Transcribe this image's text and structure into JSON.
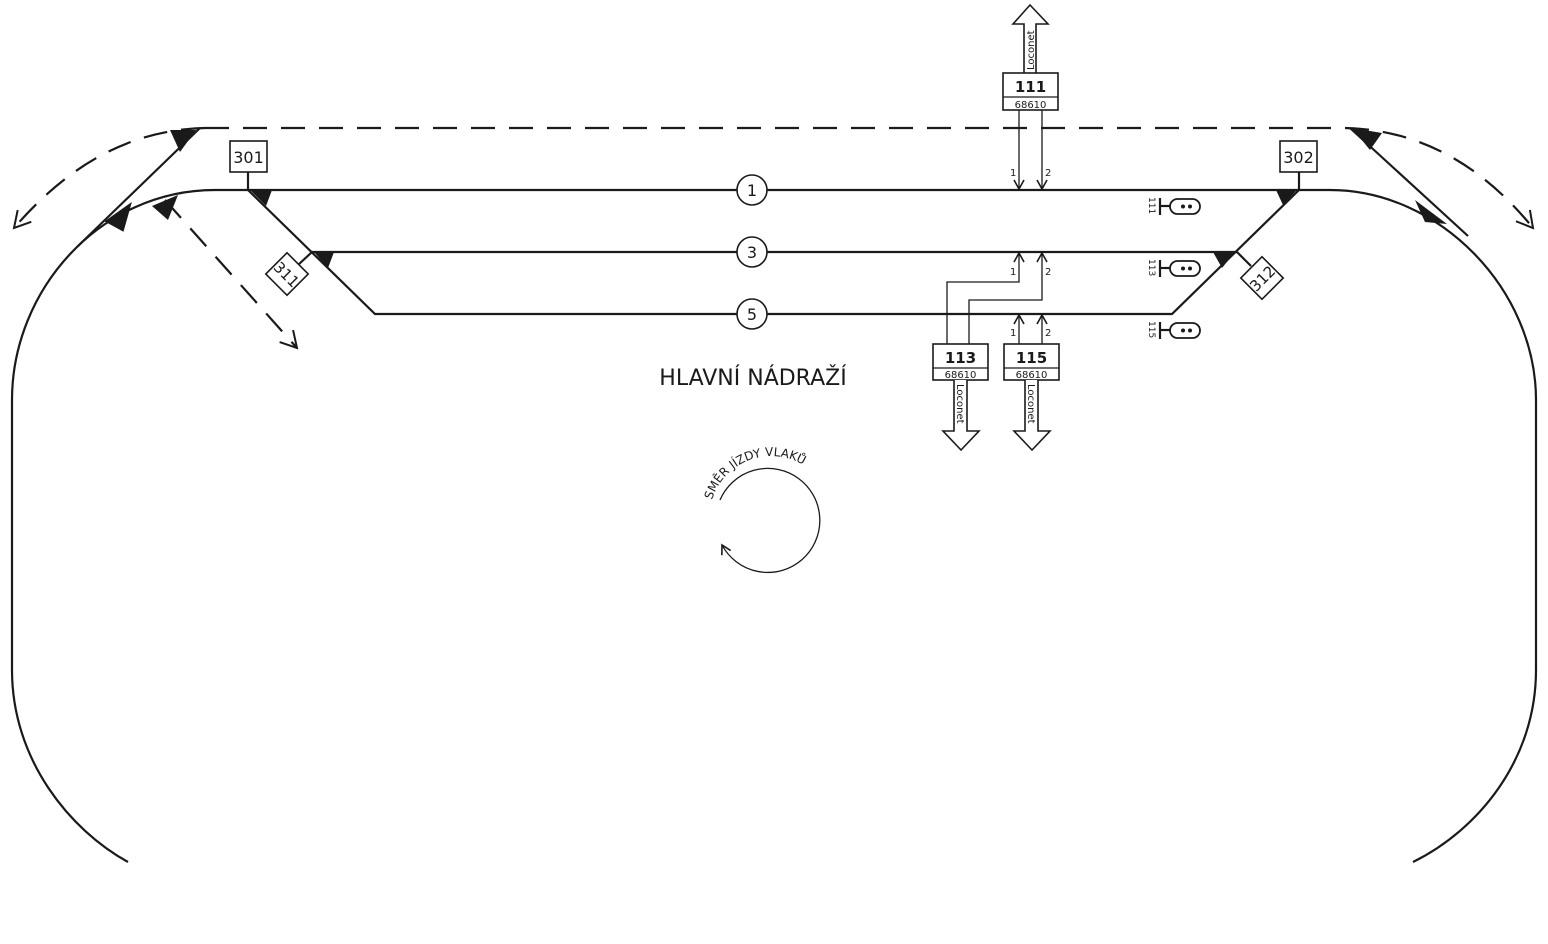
{
  "station_name": "HLAVNÍ NÁDRAŽÍ",
  "direction_label": "SMĚR JÍZDY VLAKŮ",
  "tracks": [
    {
      "label": "1"
    },
    {
      "label": "3"
    },
    {
      "label": "5"
    }
  ],
  "switches": [
    {
      "label": "301"
    },
    {
      "label": "302"
    },
    {
      "label": "311"
    },
    {
      "label": "312"
    }
  ],
  "modules": [
    {
      "id": "111",
      "type": "68610",
      "bus": "Loconet",
      "wire1": "1",
      "wire2": "2"
    },
    {
      "id": "113",
      "type": "68610",
      "bus": "Loconet",
      "wire1": "1",
      "wire2": "2"
    },
    {
      "id": "115",
      "type": "68610",
      "bus": "Loconet",
      "wire1": "1",
      "wire2": "2"
    }
  ],
  "signals": [
    {
      "label": "111"
    },
    {
      "label": "113"
    },
    {
      "label": "115"
    }
  ]
}
